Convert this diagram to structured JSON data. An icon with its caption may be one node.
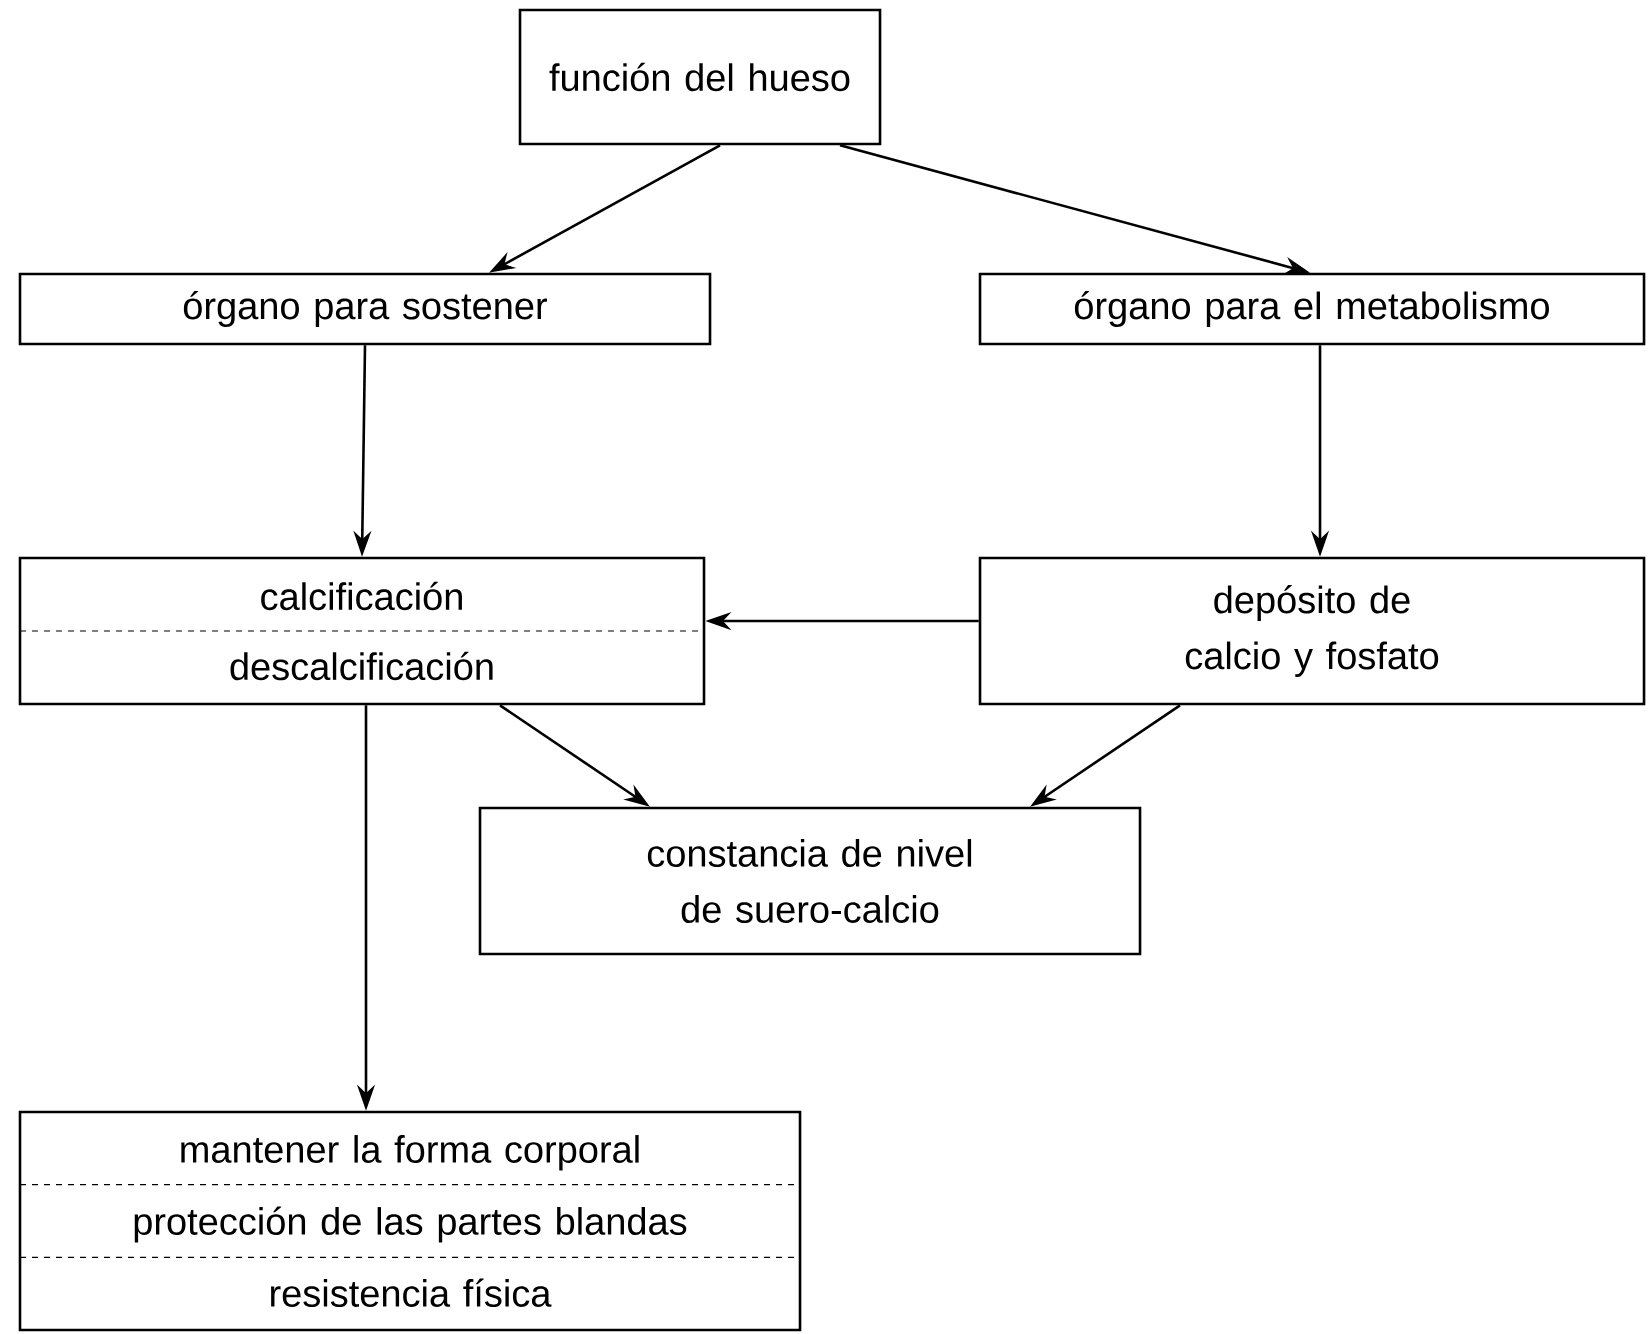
{
  "diagram": {
    "nodes": [
      {
        "text": [
          "función del hueso"
        ]
      },
      {
        "text": [
          "órgano para sostener"
        ]
      },
      {
        "text": [
          "órgano para el metabolismo"
        ]
      },
      {
        "text": [
          "calcificación",
          "descalcificación"
        ]
      },
      {
        "text": [
          "depósito de calcio y fosfato"
        ]
      },
      {
        "text": [
          "constancia de nivel de suero-calcio"
        ]
      },
      {
        "text": [
          "mantener la forma corporal",
          "protección de las partes blandas",
          "resistencia física"
        ]
      }
    ],
    "edges": [
      {
        "from": 0,
        "to": 1,
        "arrow": "to"
      },
      {
        "from": 0,
        "to": 2,
        "arrow": "to"
      },
      {
        "from": 1,
        "to": 3,
        "arrow": "to"
      },
      {
        "from": 2,
        "to": 4,
        "arrow": "to"
      },
      {
        "from": 4,
        "to": 3,
        "arrow": "to"
      },
      {
        "from": 3,
        "to": 5,
        "arrow": "to"
      },
      {
        "from": 4,
        "to": 5,
        "arrow": "to"
      },
      {
        "from": 3,
        "to": 6,
        "arrow": "to"
      }
    ]
  }
}
